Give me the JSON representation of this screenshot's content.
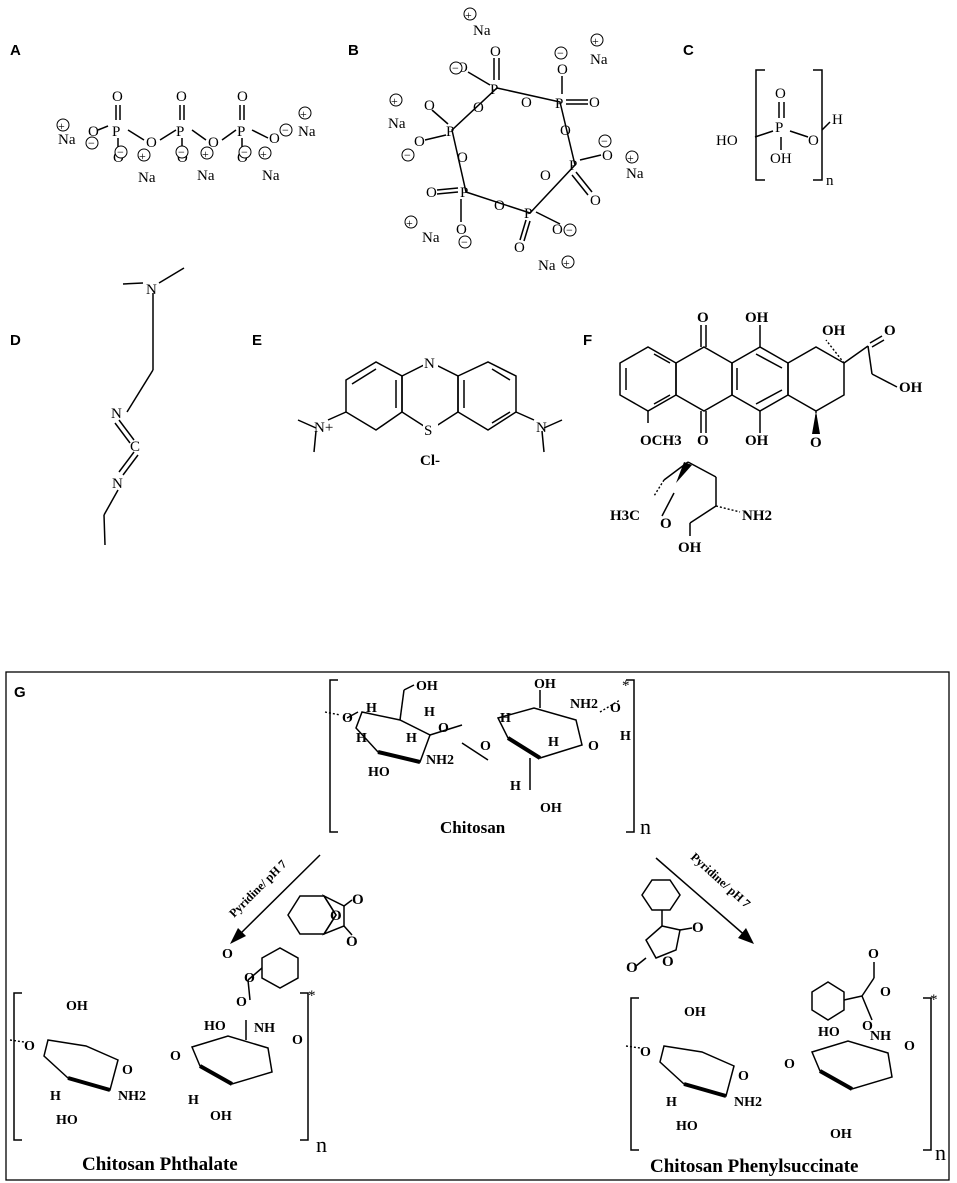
{
  "panels": {
    "A": {
      "label": "A",
      "atoms": {
        "p": "P",
        "o": "O",
        "na": "Na",
        "plus": "+",
        "minus": "−"
      }
    },
    "B": {
      "label": "B",
      "atoms": {
        "p": "P",
        "o": "O",
        "na": "Na",
        "plus": "+",
        "minus": "−"
      }
    },
    "C": {
      "label": "C",
      "atoms": {
        "p": "P",
        "o": "O",
        "ho": "HO",
        "oh": "OH",
        "h": "H",
        "n": "n"
      }
    },
    "D": {
      "label": "D",
      "atoms": {
        "n": "N",
        "c": "C"
      }
    },
    "E": {
      "label": "E",
      "atoms": {
        "n": "N",
        "nplus": "N+",
        "s": "S",
        "cl": "Cl-"
      }
    },
    "F": {
      "label": "F",
      "atoms": {
        "o": "O",
        "oh": "OH",
        "och3": "OCH3",
        "h3c": "H3C",
        "nh2": "NH2"
      }
    },
    "G": {
      "label": "G",
      "top": "Chitosan",
      "left": "Chitosan Phthalate",
      "right": "Chitosan Phenylsuccinate",
      "reagent_left": "Pyridine/ pH 7",
      "reagent_right": "Pyridine/ pH 7",
      "n": "n",
      "star": "*",
      "atoms": {
        "oh": "OH",
        "ho": "HO",
        "h": "H",
        "o": "O",
        "nh2": "NH2",
        "nh": "NH"
      }
    }
  }
}
